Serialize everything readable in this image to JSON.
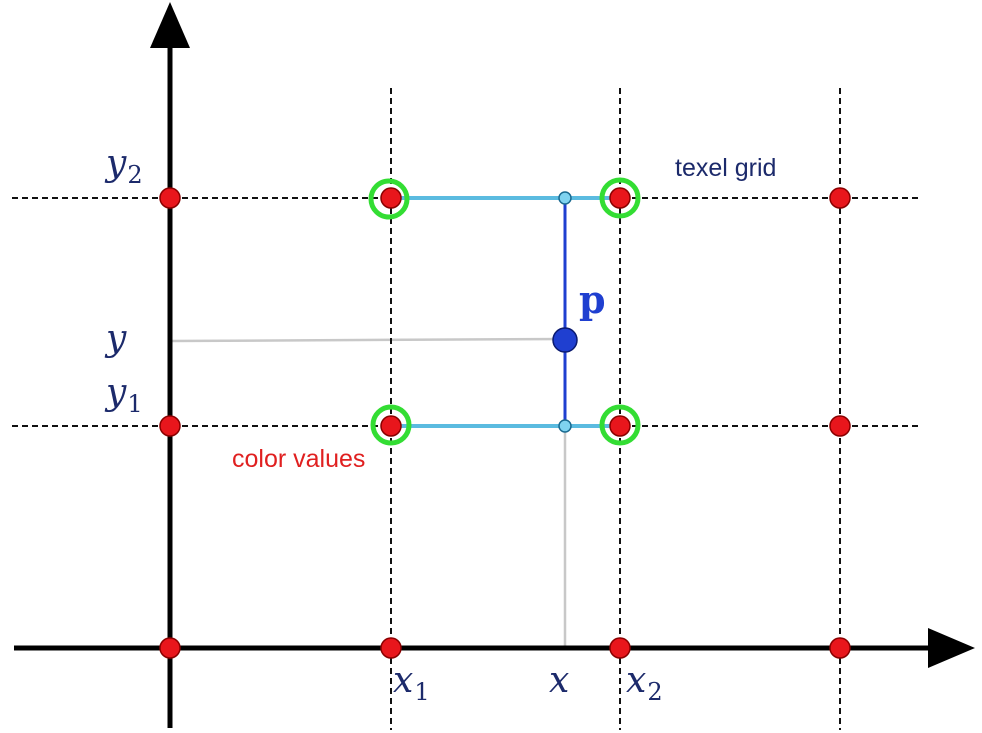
{
  "labels": {
    "y2": "y",
    "y2_sub": "2",
    "y": "y",
    "y1": "y",
    "y1_sub": "1",
    "x1": "x",
    "x1_sub": "1",
    "x": "x",
    "x2": "x",
    "x2_sub": "2",
    "p": "p",
    "texel_grid": "texel grid",
    "color_values": "color values"
  },
  "colors": {
    "axis": "#000000",
    "grid": "#111111",
    "texel_point": "#e8161c",
    "highlight_ring": "#33dd33",
    "interp_segment": "#5bbbe0",
    "sample_point": "#1f3fd0",
    "projection_line": "#c8c8c8",
    "math_label": "#1c2a6b",
    "texel_grid_text": "#1c2a6b",
    "color_values_text": "#e02020"
  }
}
